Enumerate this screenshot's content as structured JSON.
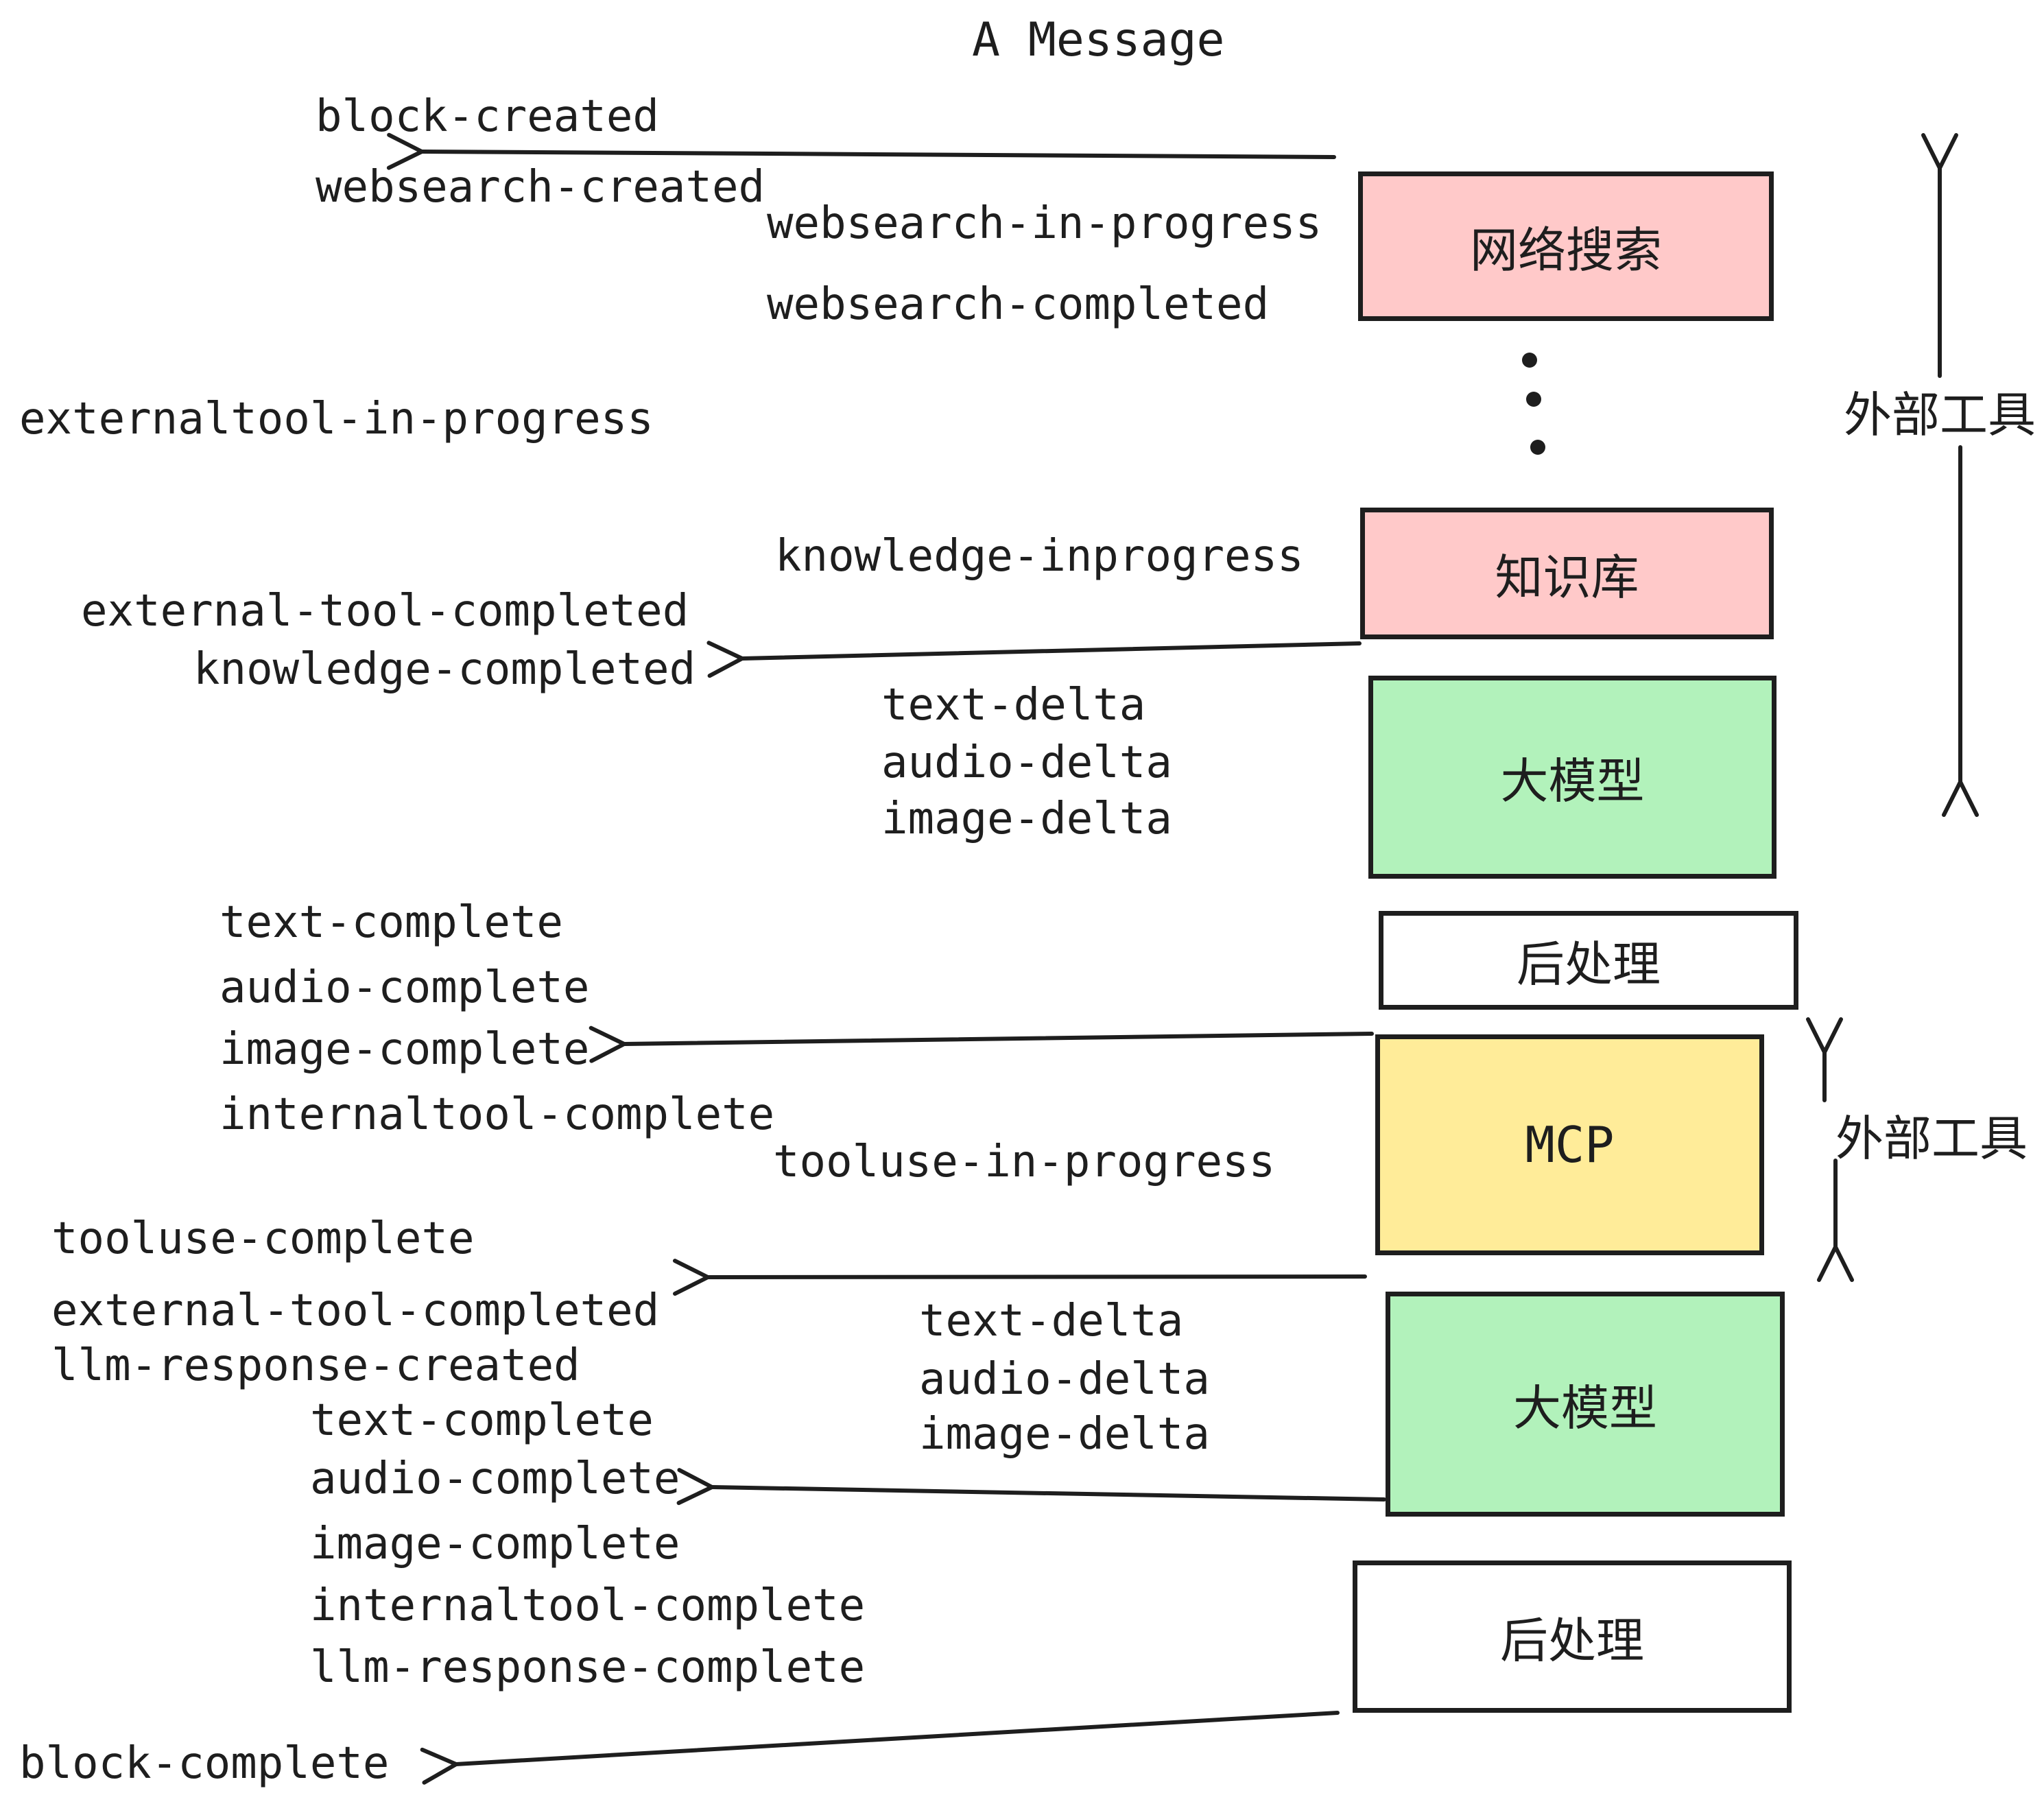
{
  "title": "A Message",
  "colors": {
    "background": "#ffffff",
    "stroke": "#1e1e1e",
    "pink_box": "#ffc9c9",
    "green_box": "#b2f2bb",
    "yellow_box": "#ffec99",
    "white_box": "#ffffff"
  },
  "boxes": [
    {
      "label": "网络搜索"
    },
    {
      "label": "知识库"
    },
    {
      "label": "大模型"
    },
    {
      "label": "后处理"
    },
    {
      "label": "MCP"
    },
    {
      "label": "大模型"
    },
    {
      "label": "后处理"
    }
  ],
  "side_labels": [
    {
      "text": "外部工具"
    },
    {
      "text": "外部工具"
    }
  ],
  "events": [
    {
      "text": "block-created"
    },
    {
      "text": "websearch-created"
    },
    {
      "text": "websearch-in-progress"
    },
    {
      "text": "websearch-completed"
    },
    {
      "text": "externaltool-in-progress"
    },
    {
      "text": "knowledge-inprogress"
    },
    {
      "text": "external-tool-completed"
    },
    {
      "text": "knowledge-completed"
    },
    {
      "text": "text-delta"
    },
    {
      "text": "audio-delta"
    },
    {
      "text": "image-delta"
    },
    {
      "text": "text-complete"
    },
    {
      "text": "audio-complete"
    },
    {
      "text": "image-complete"
    },
    {
      "text": "internaltool-complete"
    },
    {
      "text": "tooluse-in-progress"
    },
    {
      "text": "tooluse-complete"
    },
    {
      "text": "external-tool-completed"
    },
    {
      "text": "llm-response-created"
    },
    {
      "text": "text-delta"
    },
    {
      "text": "audio-delta"
    },
    {
      "text": "image-delta"
    },
    {
      "text": "text-complete"
    },
    {
      "text": "audio-complete"
    },
    {
      "text": "image-complete"
    },
    {
      "text": "internaltool-complete"
    },
    {
      "text": "llm-response-complete"
    },
    {
      "text": "block-complete"
    }
  ]
}
